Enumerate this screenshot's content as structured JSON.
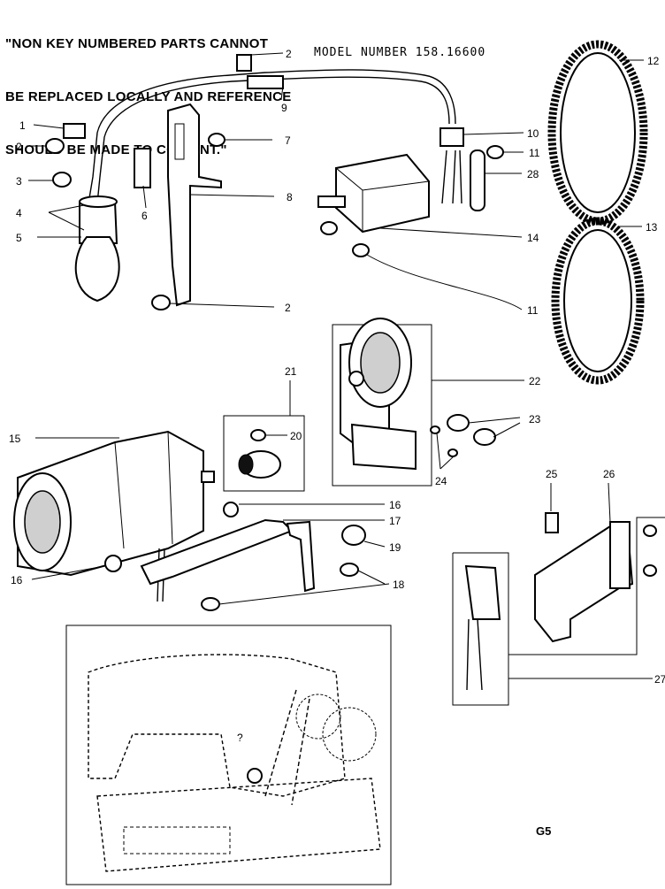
{
  "note": {
    "line1": "\"NON KEY NUMBERED PARTS CANNOT",
    "line2": "BE REPLACED LOCALLY AND REFERENCE",
    "line3": "SHOULD BE MADE TO CODE NT.\""
  },
  "model_number": "MODEL NUMBER 158.16600",
  "page_id": "G5",
  "callouts": [
    "1",
    "2",
    "3",
    "4",
    "5",
    "6",
    "7",
    "8",
    "2",
    "9",
    "2",
    "10",
    "11",
    "12",
    "28",
    "14",
    "11",
    "13",
    "21",
    "20",
    "22",
    "23",
    "24",
    "15",
    "16",
    "17",
    "19",
    "18",
    "16",
    "25",
    "26",
    "27",
    "?"
  ]
}
